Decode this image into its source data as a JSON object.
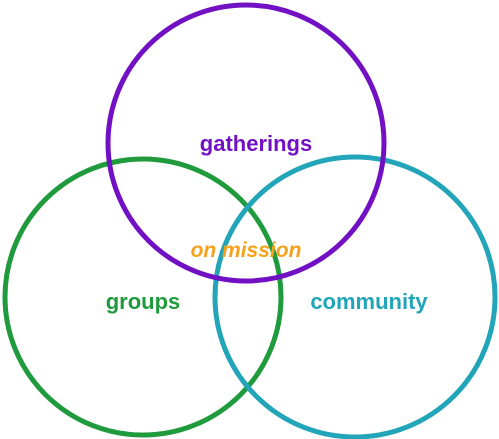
{
  "diagram": {
    "circles": [
      {
        "id": "gatherings",
        "label": "gatherings",
        "color": "#7210c4"
      },
      {
        "id": "groups",
        "label": "groups",
        "color": "#1f9a3c"
      },
      {
        "id": "community",
        "label": "community",
        "color": "#22a5b8"
      }
    ],
    "center": {
      "label": "on mission",
      "color": "#f5a11c"
    }
  }
}
